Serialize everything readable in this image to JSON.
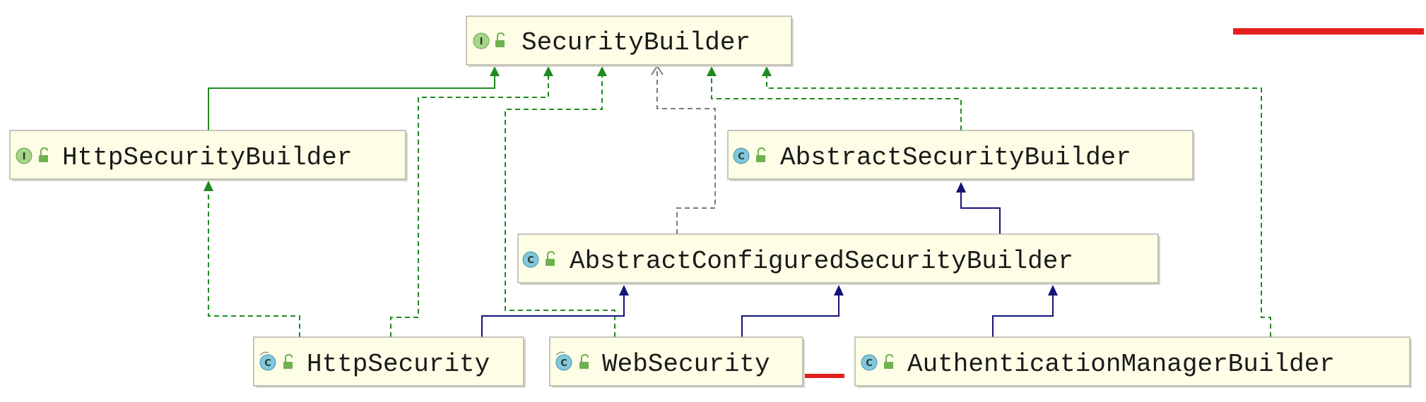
{
  "diagram": {
    "nodes": {
      "security_builder": {
        "label": "SecurityBuilder",
        "kind": "interface"
      },
      "http_security_builder": {
        "label": "HttpSecurityBuilder",
        "kind": "interface"
      },
      "abstract_security_builder": {
        "label": "AbstractSecurityBuilder",
        "kind": "abstract-class"
      },
      "abstract_configured_security_builder": {
        "label": "AbstractConfiguredSecurityBuilder",
        "kind": "abstract-class"
      },
      "http_security": {
        "label": "HttpSecurity",
        "kind": "class"
      },
      "web_security": {
        "label": "WebSecurity",
        "kind": "class"
      },
      "authentication_manager_builder": {
        "label": "AuthenticationManagerBuilder",
        "kind": "class"
      }
    },
    "badges": {
      "interface_letter": "I",
      "class_letter": "C"
    },
    "edges": [
      {
        "from": "HttpSecurityBuilder",
        "to": "SecurityBuilder",
        "relation": "extends"
      },
      {
        "from": "HttpSecurity",
        "to": "HttpSecurityBuilder",
        "relation": "implements"
      },
      {
        "from": "HttpSecurity",
        "to": "SecurityBuilder",
        "relation": "implements"
      },
      {
        "from": "HttpSecurity",
        "to": "AbstractConfiguredSecurityBuilder",
        "relation": "extends"
      },
      {
        "from": "WebSecurity",
        "to": "SecurityBuilder",
        "relation": "implements"
      },
      {
        "from": "WebSecurity",
        "to": "AbstractConfiguredSecurityBuilder",
        "relation": "extends"
      },
      {
        "from": "AuthenticationManagerBuilder",
        "to": "AbstractConfiguredSecurityBuilder",
        "relation": "extends"
      },
      {
        "from": "AuthenticationManagerBuilder",
        "to": "SecurityBuilder",
        "relation": "implements"
      },
      {
        "from": "AbstractConfiguredSecurityBuilder",
        "to": "AbstractSecurityBuilder",
        "relation": "extends"
      },
      {
        "from": "AbstractConfiguredSecurityBuilder",
        "to": "SecurityBuilder",
        "relation": "dependency"
      },
      {
        "from": "AbstractSecurityBuilder",
        "to": "SecurityBuilder",
        "relation": "implements"
      }
    ],
    "colors": {
      "node_fill": "#fefee6",
      "interface_edge": "#1f8a1f",
      "class_edge": "#141478",
      "dependency_edge": "#7a7a7a",
      "interface_badge": "#a6d689",
      "class_badge": "#7fc7dc",
      "watermark": "#e41e1e"
    },
    "icons": [
      "interface-icon",
      "class-icon",
      "public-lock-icon"
    ]
  }
}
